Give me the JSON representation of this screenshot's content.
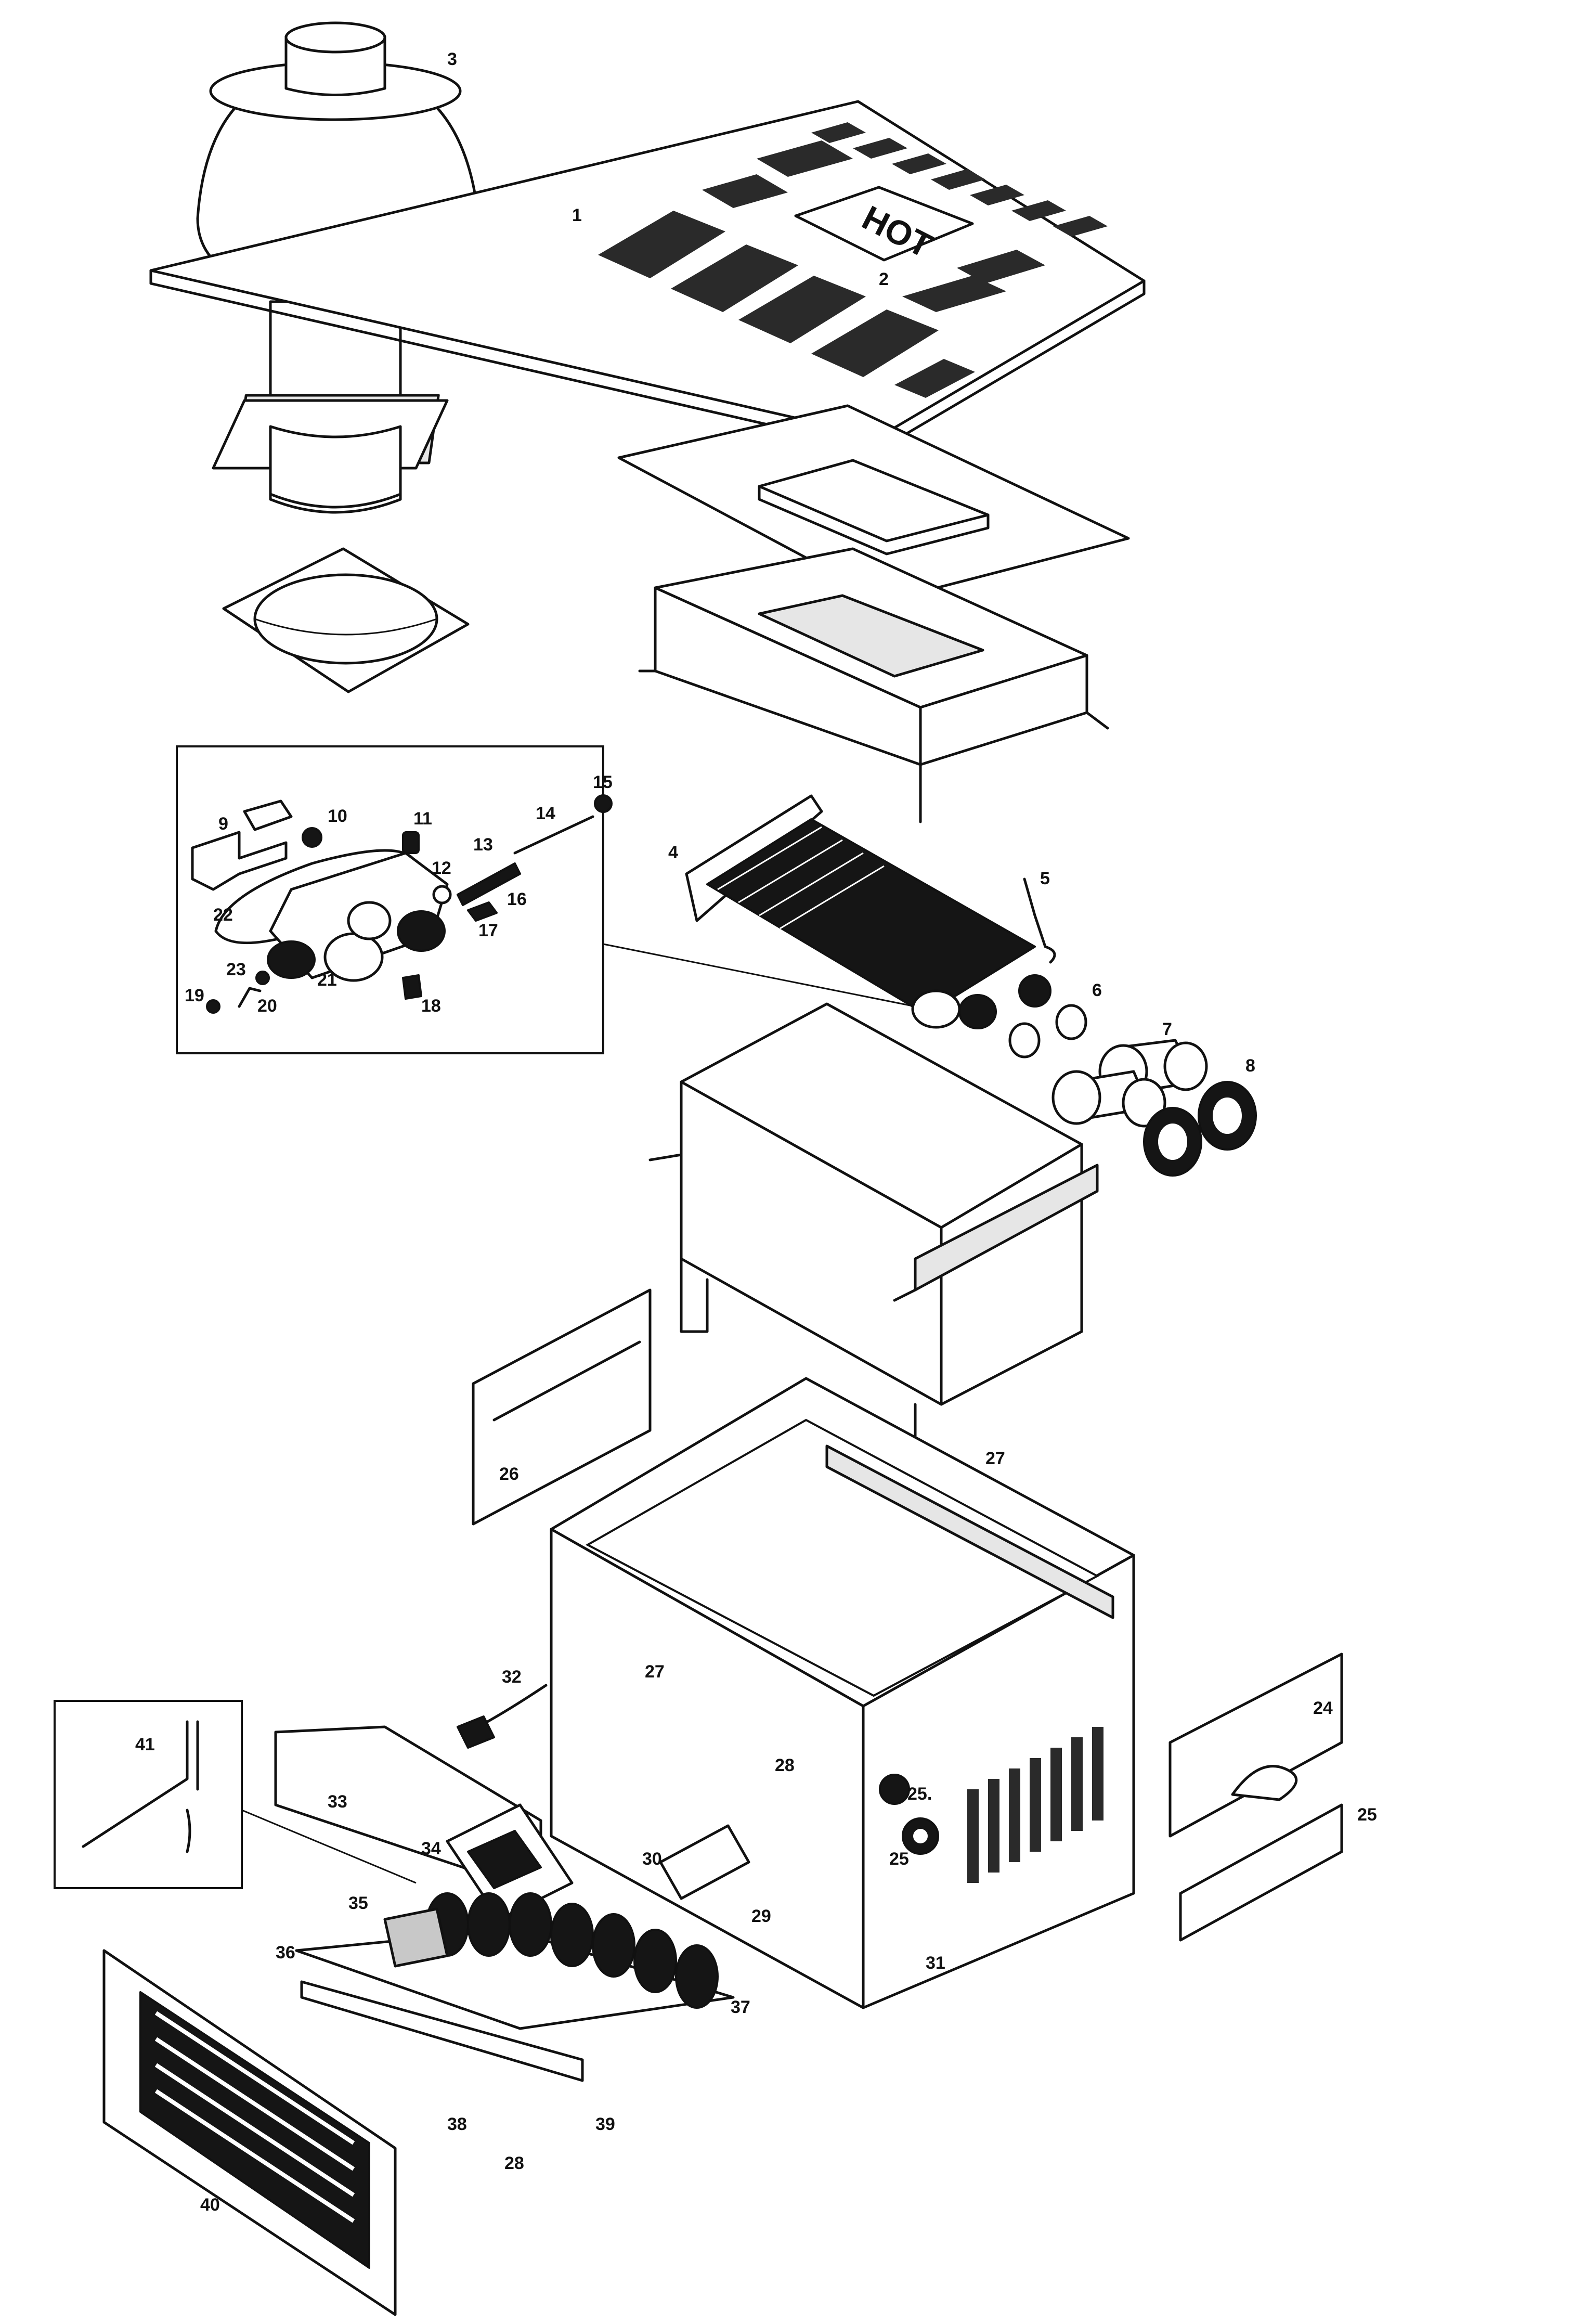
{
  "diagram": {
    "hot_label": "HOT",
    "callouts": [
      "1",
      "2",
      "3",
      "4",
      "5",
      "6",
      "7",
      "8",
      "9",
      "10",
      "11",
      "12",
      "13",
      "14",
      "15",
      "16",
      "17",
      "18",
      "19",
      "20",
      "21",
      "22",
      "23",
      "24",
      "25",
      "25",
      "25.",
      "26",
      "27",
      "27",
      "28",
      "28",
      "28",
      "29",
      "30",
      "31",
      "32",
      "33",
      "34",
      "35",
      "36",
      "37",
      "38",
      "39",
      "40",
      "41"
    ]
  }
}
